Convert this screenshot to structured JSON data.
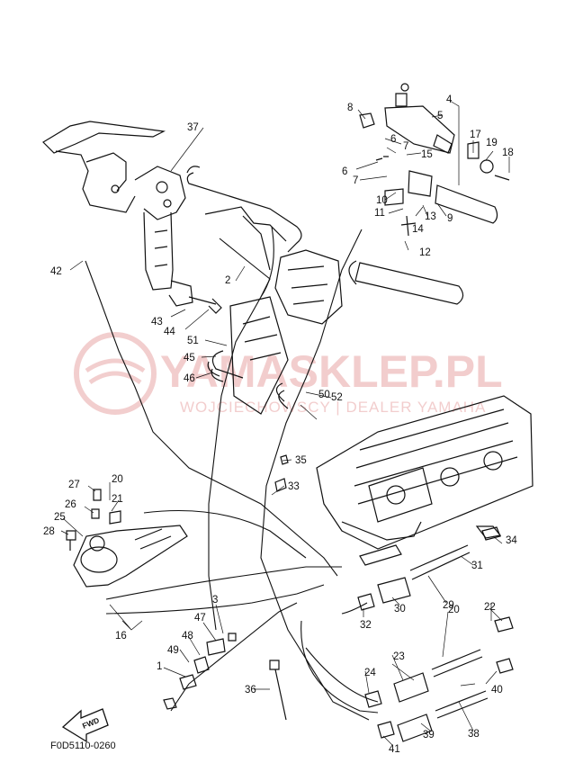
{
  "diagram_code": "F0D5110-0260",
  "fwd_label": "FWD",
  "watermark": {
    "brand": "YAMASKLEP.PL",
    "tagline": "WOJCIECHOWSCY | DEALER YAMAHA"
  },
  "callouts": [
    {
      "id": "c1",
      "text": "1"
    },
    {
      "id": "c2",
      "text": "2"
    },
    {
      "id": "c3",
      "text": "3"
    },
    {
      "id": "c4",
      "text": "4"
    },
    {
      "id": "c5",
      "text": "5"
    },
    {
      "id": "c6a",
      "text": "6"
    },
    {
      "id": "c6b",
      "text": "6"
    },
    {
      "id": "c7a",
      "text": "7"
    },
    {
      "id": "c7b",
      "text": "7"
    },
    {
      "id": "c8",
      "text": "8"
    },
    {
      "id": "c9",
      "text": "9"
    },
    {
      "id": "c10",
      "text": "10"
    },
    {
      "id": "c11",
      "text": "11"
    },
    {
      "id": "c12",
      "text": "12"
    },
    {
      "id": "c13",
      "text": "13"
    },
    {
      "id": "c14",
      "text": "14"
    },
    {
      "id": "c15",
      "text": "15"
    },
    {
      "id": "c16",
      "text": "16"
    },
    {
      "id": "c17",
      "text": "17"
    },
    {
      "id": "c18",
      "text": "18"
    },
    {
      "id": "c19",
      "text": "19"
    },
    {
      "id": "c20a",
      "text": "20"
    },
    {
      "id": "c20b",
      "text": "20"
    },
    {
      "id": "c21",
      "text": "21"
    },
    {
      "id": "c22",
      "text": "22"
    },
    {
      "id": "c23",
      "text": "23"
    },
    {
      "id": "c24",
      "text": "24"
    },
    {
      "id": "c25",
      "text": "25"
    },
    {
      "id": "c26",
      "text": "26"
    },
    {
      "id": "c27",
      "text": "27"
    },
    {
      "id": "c28",
      "text": "28"
    },
    {
      "id": "c29",
      "text": "29"
    },
    {
      "id": "c30",
      "text": "30"
    },
    {
      "id": "c31",
      "text": "31"
    },
    {
      "id": "c32",
      "text": "32"
    },
    {
      "id": "c33",
      "text": "33"
    },
    {
      "id": "c34",
      "text": "34"
    },
    {
      "id": "c35",
      "text": "35"
    },
    {
      "id": "c36",
      "text": "36"
    },
    {
      "id": "c37",
      "text": "37"
    },
    {
      "id": "c38",
      "text": "38"
    },
    {
      "id": "c39",
      "text": "39"
    },
    {
      "id": "c40",
      "text": "40"
    },
    {
      "id": "c41",
      "text": "41"
    },
    {
      "id": "c42",
      "text": "42"
    },
    {
      "id": "c43",
      "text": "43"
    },
    {
      "id": "c44",
      "text": "44"
    },
    {
      "id": "c45",
      "text": "45"
    },
    {
      "id": "c46",
      "text": "46"
    },
    {
      "id": "c47",
      "text": "47"
    },
    {
      "id": "c48",
      "text": "48"
    },
    {
      "id": "c49",
      "text": "49"
    },
    {
      "id": "c50",
      "text": "50"
    },
    {
      "id": "c51",
      "text": "51"
    },
    {
      "id": "c52",
      "text": "52"
    }
  ]
}
